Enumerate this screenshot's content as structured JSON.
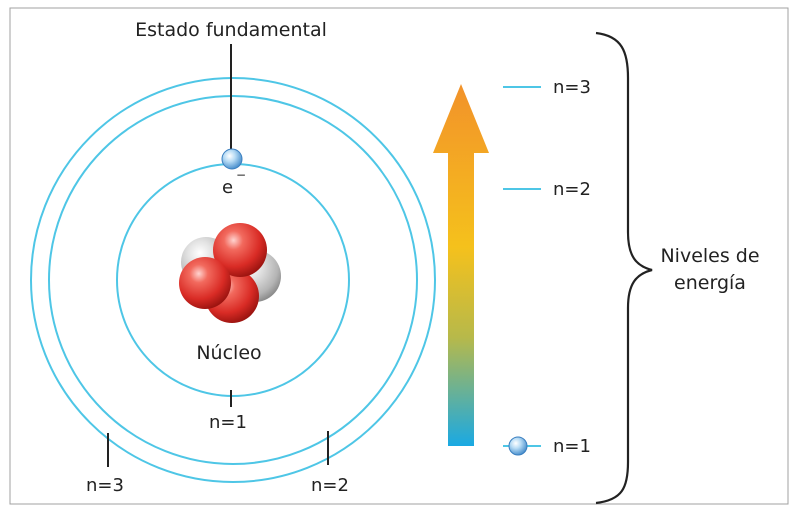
{
  "title": "Estado fundamental",
  "electron_label": "e",
  "electron_charge": "−",
  "nucleus_label": "Núcleo",
  "orbit_labels": {
    "n1": "n=1",
    "n2": "n=2",
    "n3": "n=3"
  },
  "energy_levels": {
    "n3": "n=3",
    "n2": "n=2",
    "n1": "n=1"
  },
  "brace_label_line1": "Niveles de",
  "brace_label_line2": "energía",
  "colors": {
    "orbit": "#4ec6e6",
    "arrow_top": "#f39a1e",
    "arrow_mid": "#f7c21b",
    "arrow_bottom": "#23aee3",
    "proton": "#d93a33",
    "neutron": "#c8c8c8",
    "frame": "#999999"
  }
}
